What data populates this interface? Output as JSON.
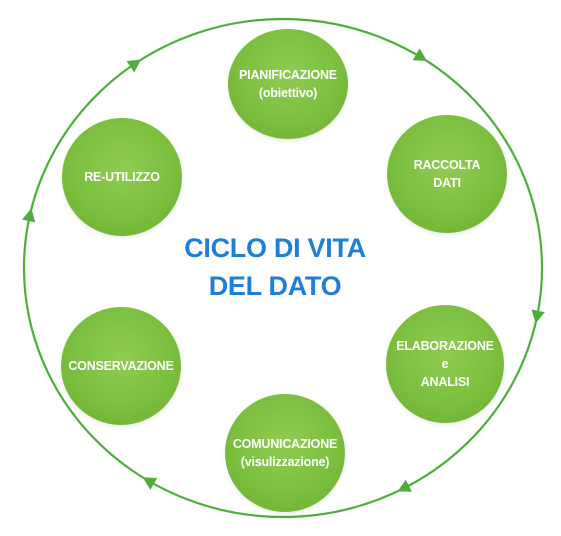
{
  "title": {
    "line1": "CICLO DI VITA",
    "line2": "DEL DATO"
  },
  "colors": {
    "ring": "#4dae3c",
    "node": "#7cbf3f",
    "title": "#1f7fd6",
    "label": "#ffffff"
  },
  "stages": [
    {
      "id": "pianificazione",
      "lines": [
        "PIANIFICAZIONE",
        "(obiettivo)"
      ]
    },
    {
      "id": "raccolta-dati",
      "lines": [
        "RACCOLTA",
        "DATI"
      ]
    },
    {
      "id": "elaborazione-analisi",
      "lines": [
        "ELABORAZIONE",
        "e",
        "ANALISI"
      ]
    },
    {
      "id": "comunicazione",
      "lines": [
        "COMUNICAZIONE",
        "(visulizzazione)"
      ]
    },
    {
      "id": "conservazione",
      "lines": [
        "CONSERVAZIONE"
      ]
    },
    {
      "id": "re-utilizzo",
      "lines": [
        "RE-UTILIZZO"
      ]
    }
  ],
  "flow_direction": "clockwise"
}
